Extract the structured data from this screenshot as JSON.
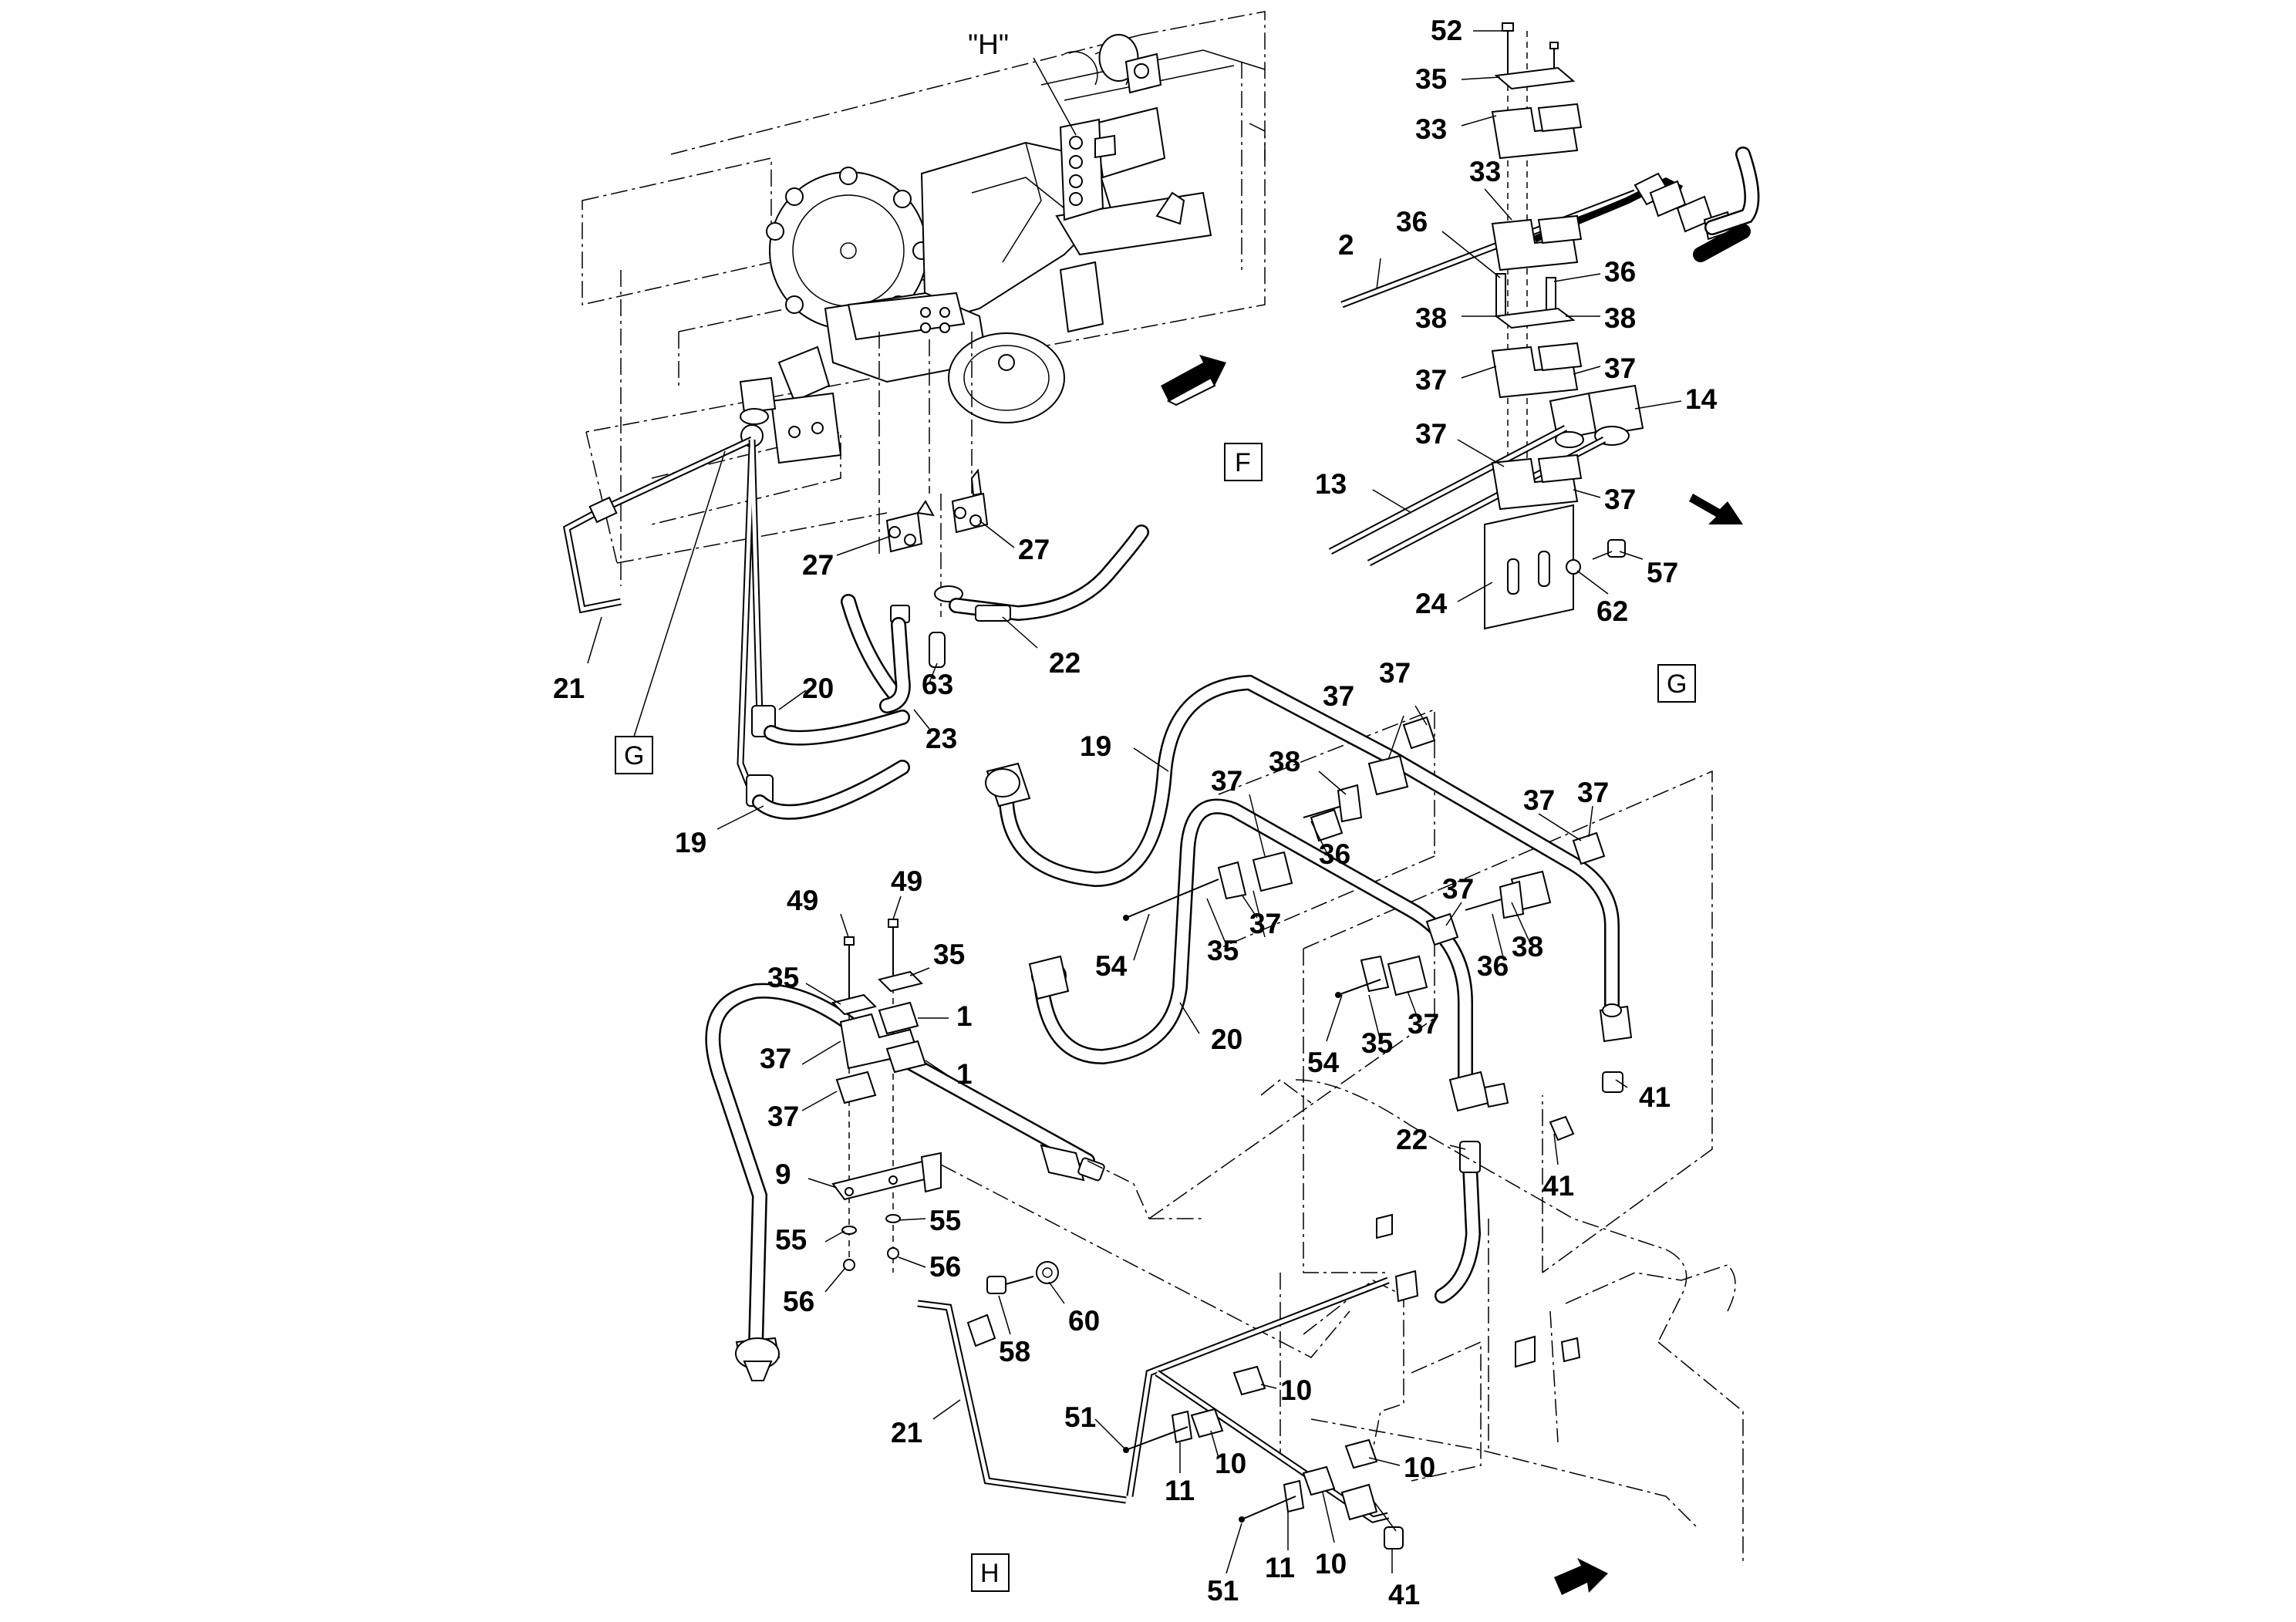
{
  "views": {
    "H": "\"H\"",
    "F": "F",
    "G_top": "G",
    "G_left": "G",
    "H_bottom": "H"
  },
  "callouts": {
    "topleft": [
      "21",
      "20",
      "19",
      "27",
      "27",
      "63",
      "22",
      "23"
    ],
    "g": [
      "52",
      "35",
      "33",
      "33",
      "2",
      "36",
      "36",
      "38",
      "38",
      "37",
      "37",
      "14",
      "37",
      "13",
      "37",
      "24",
      "62",
      "57"
    ],
    "hose": [
      "37",
      "37",
      "19",
      "38",
      "37",
      "37",
      "36",
      "37",
      "37",
      "37",
      "54",
      "35",
      "37",
      "38",
      "36",
      "20",
      "54",
      "35",
      "37",
      "41",
      "22",
      "41"
    ],
    "leftclamp": [
      "49",
      "49",
      "35",
      "35",
      "1",
      "37",
      "1",
      "37",
      "9",
      "55",
      "55",
      "56",
      "56",
      "58",
      "60"
    ],
    "bottom": [
      "21",
      "51",
      "11",
      "10",
      "10",
      "10",
      "51",
      "11",
      "10",
      "41"
    ]
  }
}
